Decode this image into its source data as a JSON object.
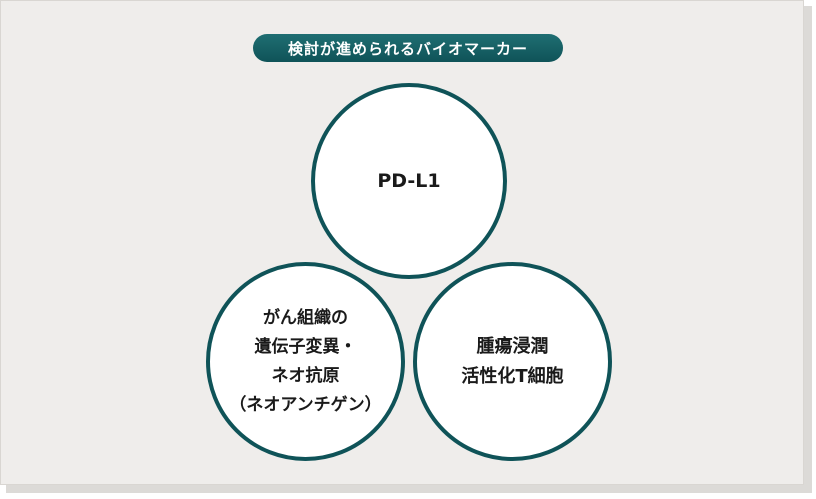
{
  "title": "検討が進められるバイオマーカー",
  "circles": [
    {
      "lines": [
        "PD-L1"
      ]
    },
    {
      "lines": [
        "がん組織の",
        "遺伝子変異・",
        "ネオ抗原",
        "（ネオアンチゲン）"
      ]
    },
    {
      "lines": [
        "腫瘍浸潤",
        "活性化T細胞"
      ]
    }
  ],
  "colors": {
    "accent": "#0f5358",
    "background": "#efedeb"
  }
}
